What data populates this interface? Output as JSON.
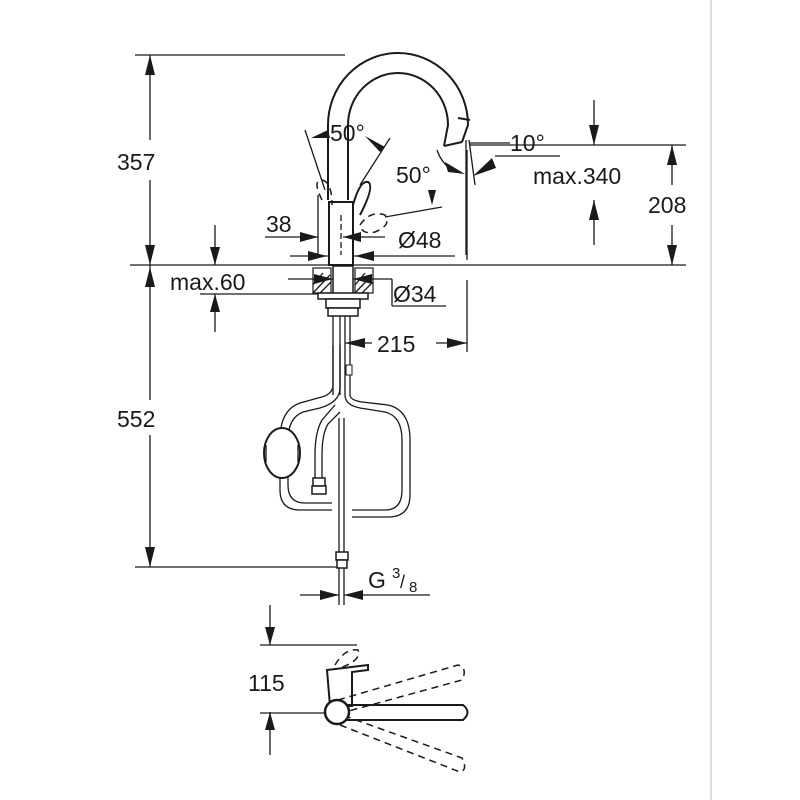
{
  "drawing": {
    "dimensions": {
      "total_height": "357",
      "lever_angle_left": "50°",
      "lever_angle_right": "50°",
      "spout_angle": "10°",
      "max_reach_label": "max.340",
      "spout_height": "208",
      "body_offset": "38",
      "body_diameter": "Ø48",
      "max_deck_thickness": "max.60",
      "hole_diameter": "Ø34",
      "spout_reach": "215",
      "hose_length": "552",
      "connection_thread": "G",
      "connection_thread_fraction_num": "3",
      "connection_thread_fraction_den": "8",
      "top_view_depth": "115"
    }
  }
}
